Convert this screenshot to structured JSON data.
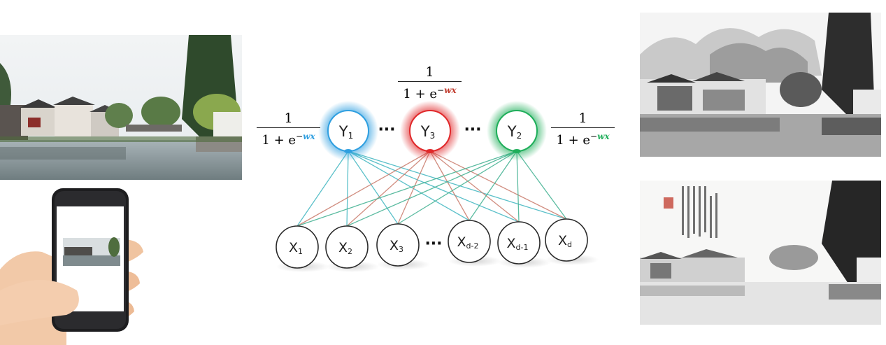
{
  "diagram": {
    "outputs": [
      {
        "id": "y1",
        "label": "Y",
        "sub": "1",
        "color": "#2f9fe0"
      },
      {
        "id": "y3",
        "label": "Y",
        "sub": "3",
        "color": "#e0282a"
      },
      {
        "id": "y2",
        "label": "Y",
        "sub": "2",
        "color": "#1fae5a"
      }
    ],
    "inputs": [
      {
        "id": "x1",
        "label": "X",
        "sub": "1"
      },
      {
        "id": "x2",
        "label": "X",
        "sub": "2"
      },
      {
        "id": "x3",
        "label": "X",
        "sub": "3"
      },
      {
        "id": "xd2",
        "label": "X",
        "sub": "d-2"
      },
      {
        "id": "xd1",
        "label": "X",
        "sub": "d-1"
      },
      {
        "id": "xd",
        "label": "X",
        "sub": "d"
      }
    ],
    "ellipsis": "···",
    "formulas": [
      {
        "numerator": "1",
        "denominator_base": "1 + e",
        "exponent": "wx",
        "exp_color": "#2f9fe0"
      },
      {
        "numerator": "1",
        "denominator_base": "1 + e",
        "exponent": "wx",
        "exp_color": "#c0392b"
      },
      {
        "numerator": "1",
        "denominator_base": "1 + e",
        "exponent": "wx",
        "exp_color": "#1fae5a"
      }
    ],
    "edge_colors": {
      "y1": "#3fb6c0",
      "y3": "#c97a6a",
      "y2": "#3fb090"
    }
  }
}
